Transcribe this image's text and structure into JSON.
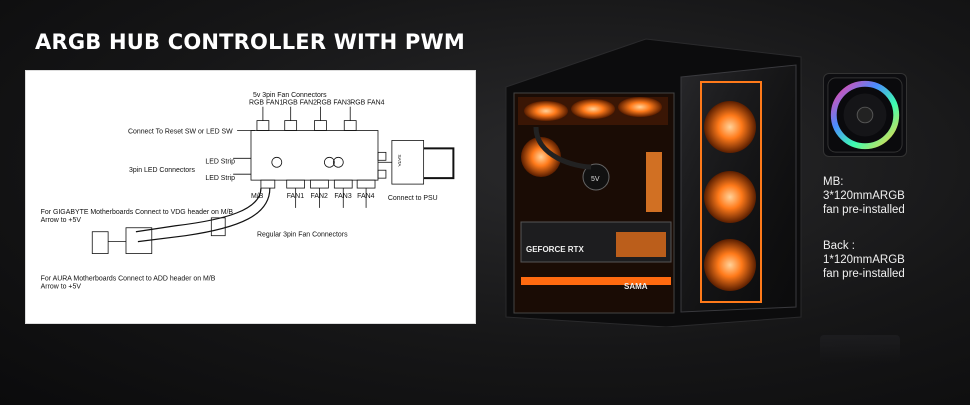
{
  "title": "ARGB HUB CONTROLLER WITH PWM",
  "diagram": {
    "fan_header": "5v 3pin Fan Connectors",
    "rgb_fans": [
      "RGB FAN1",
      "RGB FAN2",
      "RGB FAN3",
      "RGB FAN4"
    ],
    "reset_label": "Connect To Reset SW or LED SW",
    "led_connectors": "3pin LED Connectors",
    "led_strip": "LED Strip",
    "sata": "SATA",
    "psu": "Connect to PSU",
    "mb": "M/B",
    "fans": [
      "FAN1",
      "FAN2",
      "FAN3",
      "FAN4"
    ],
    "regular_fans": "Regular 3pin Fan Connectors",
    "gigabyte_line1": "For GIGABYTE Motherboards Connect to VDG header on M/B",
    "gigabyte_line2": "Arrow to +5V",
    "aura_line1": "For AURA Motherboards Connect to ADD header on M/B",
    "aura_line2": "Arrow to +5V"
  },
  "case": {
    "gpu_label": "GEFORCE RTX",
    "brand": "SAMA",
    "pump_label": "5V"
  },
  "info": {
    "mb_title": "MB:",
    "mb_line1": "3*120mmARGB",
    "mb_line2": "fan pre-installed",
    "back_title": "Back :",
    "back_line1": "1*120mmARGB",
    "back_line2": "fan pre-installed"
  },
  "colors": {
    "accent_orange": "#ff7a1a",
    "background": "#161617"
  }
}
